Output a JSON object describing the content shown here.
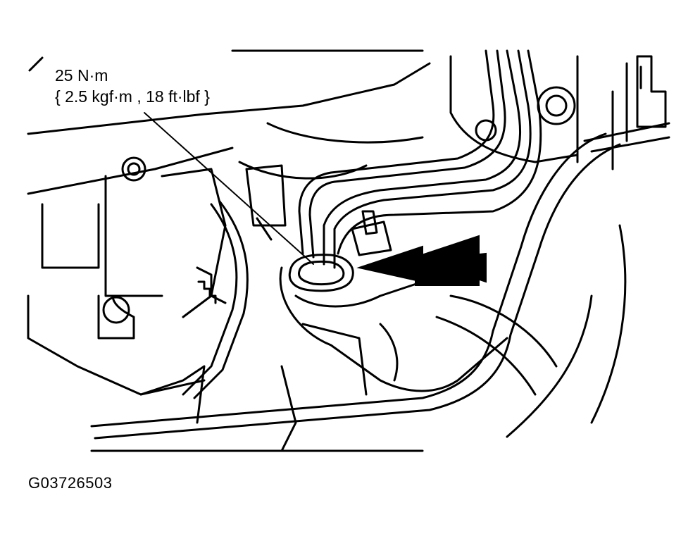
{
  "callout": {
    "torque_metric": "25 N·m",
    "torque_alt": "{ 2.5 kgf·m , 18 ft·lbf }"
  },
  "figure_code": "G03726503",
  "colors": {
    "line": "#000000",
    "background": "#ffffff"
  }
}
